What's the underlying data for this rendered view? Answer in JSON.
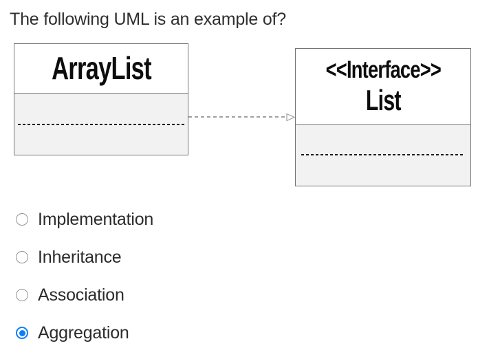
{
  "question": {
    "title": "The following UML is an example of?"
  },
  "diagram": {
    "class_box": {
      "name": "ArrayList"
    },
    "interface_box": {
      "stereotype": "<<Interface>>",
      "name": "List"
    },
    "connector_icon": "dashed-realization-arrow-hollow-triangle"
  },
  "options": [
    {
      "label": "Implementation",
      "selected": false
    },
    {
      "label": "Inheritance",
      "selected": false
    },
    {
      "label": "Association",
      "selected": false
    },
    {
      "label": "Aggregation",
      "selected": true
    }
  ],
  "colors": {
    "accent": "#0e7ff7",
    "text": "#2f2f2f",
    "box_border": "#757575",
    "box_body_fill": "#f2f2f2",
    "compartment_dash": "#1a1a1a",
    "arrow": "#a0a0a0"
  }
}
